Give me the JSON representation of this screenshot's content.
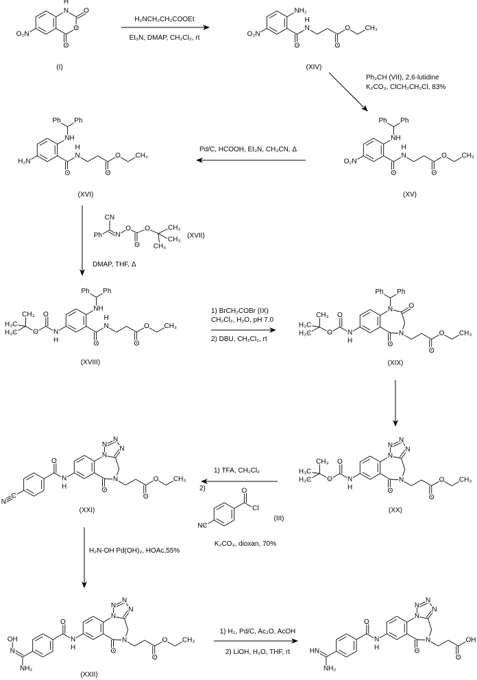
{
  "compounds": {
    "I": "(I)",
    "XIV": "(XIV)",
    "XV": "(XV)",
    "XVI": "(XVI)",
    "XVII": "(XVII)",
    "XVIII": "(XVIII)",
    "XIX": "(XIX)",
    "XX": "(XX)",
    "XXI": "(XXI)",
    "XXII": "(XXII)",
    "III": "(III)"
  },
  "reagents": {
    "step1_above": "H₂NCH₂CH₂COOEt",
    "step1_below": "Et₃N, DMAP, CH₂Cl₂, rt",
    "step2_line1": "Ph₂CH (VII), 2,6-lutidine",
    "step2_line2": "K₂CO₃, ClCH₂CH₂Cl, 83%",
    "step3": "Pd/C, HCOOH, Et₃N, CH₃CN, Δ",
    "step4": "DMAP, THF, Δ",
    "step5_line1": "1)  BrCH₂COBr  (IX)",
    "step5_line2": "CH₂Cl₂, H₂O, pH 7.0",
    "step5_line3": "2)  DBU, CH₂Cl₂, rt",
    "step7_line1": "1) TFA, CH₂Cl₂",
    "step7_line2": "2)",
    "step7_line3": "K₂CO₃, dioxan, 70%",
    "step8": "H₂N-OH Pd(OH)₂, HOAc,55%",
    "step9_line1": "1)  H₂, Pd/C, Ac₂O, AcOH",
    "step9_line2": "2)  LiOH, H₂O, THF, rt"
  },
  "atoms": {
    "O": "O",
    "N": "N",
    "NH": "NH",
    "H": "H",
    "C": "C",
    "NH2": "NH₂",
    "O2N": "O₂N",
    "H2N": "H₂N",
    "CH3": "CH₃",
    "H3C": "H₃C",
    "Ph": "Ph",
    "CN": "CN",
    "NC": "NC",
    "Cl": "Cl",
    "OH": "OH",
    "HN": "HN"
  }
}
